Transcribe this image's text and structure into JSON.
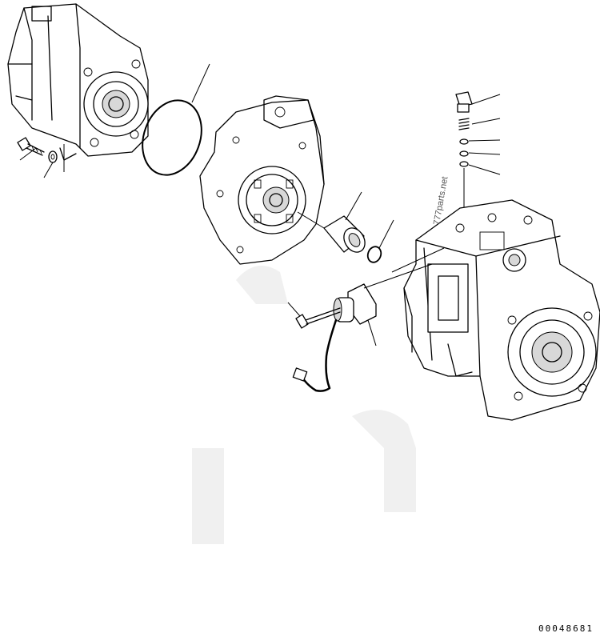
{
  "diagram": {
    "document_number": "00048681",
    "watermark_text": "777parts.net"
  },
  "parts": [
    "gear-pump",
    "o-ring-large",
    "mounting-bolt",
    "washer",
    "pump-cover-plate",
    "coupling-sleeve",
    "small-o-ring",
    "plug",
    "plug-o-ring",
    "spring",
    "o-ring-upper",
    "o-ring-lower",
    "solenoid-valve",
    "solenoid-bolt",
    "harness-connector",
    "main-piston-pump"
  ]
}
